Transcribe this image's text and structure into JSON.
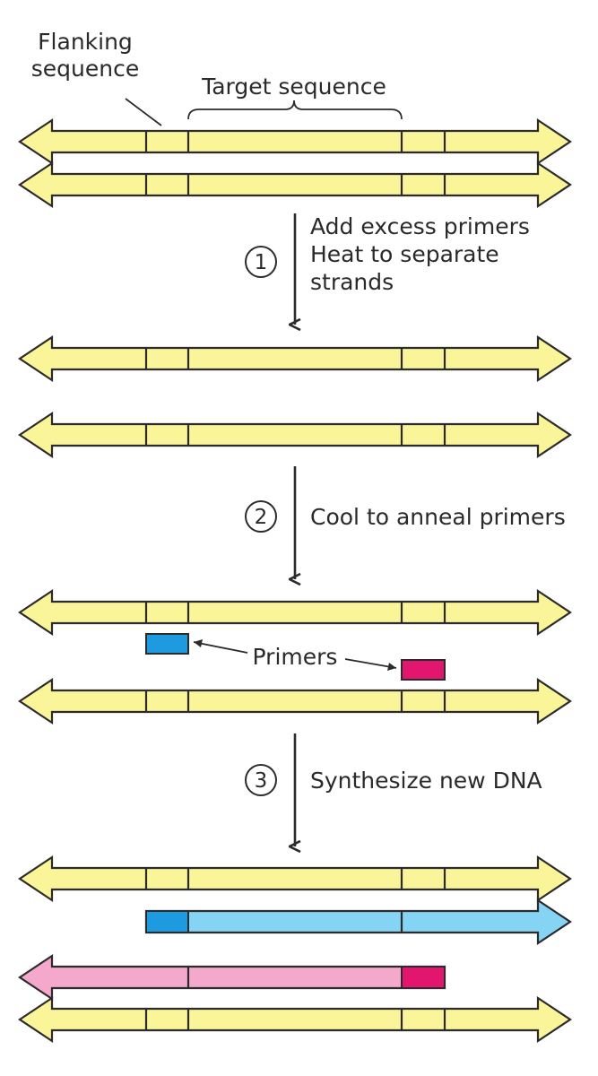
{
  "labels": {
    "flanking_line1": "Flanking",
    "flanking_line2": "sequence",
    "target": "Target sequence",
    "primers": "Primers"
  },
  "steps": [
    {
      "number": "1",
      "lines": [
        "Add excess primers",
        "Heat to separate",
        "strands"
      ]
    },
    {
      "number": "2",
      "lines": [
        "Cool to anneal primers"
      ]
    },
    {
      "number": "3",
      "lines": [
        "Synthesize new DNA"
      ]
    }
  ],
  "colors": {
    "dna_strand": "#fbf59a",
    "primer_left": "#1d9ae0",
    "primer_right": "#e2166f",
    "new_strand_left_primer": "#86d4f3",
    "new_strand_right_primer": "#f4a8cc",
    "outline": "#2b2b2b"
  }
}
